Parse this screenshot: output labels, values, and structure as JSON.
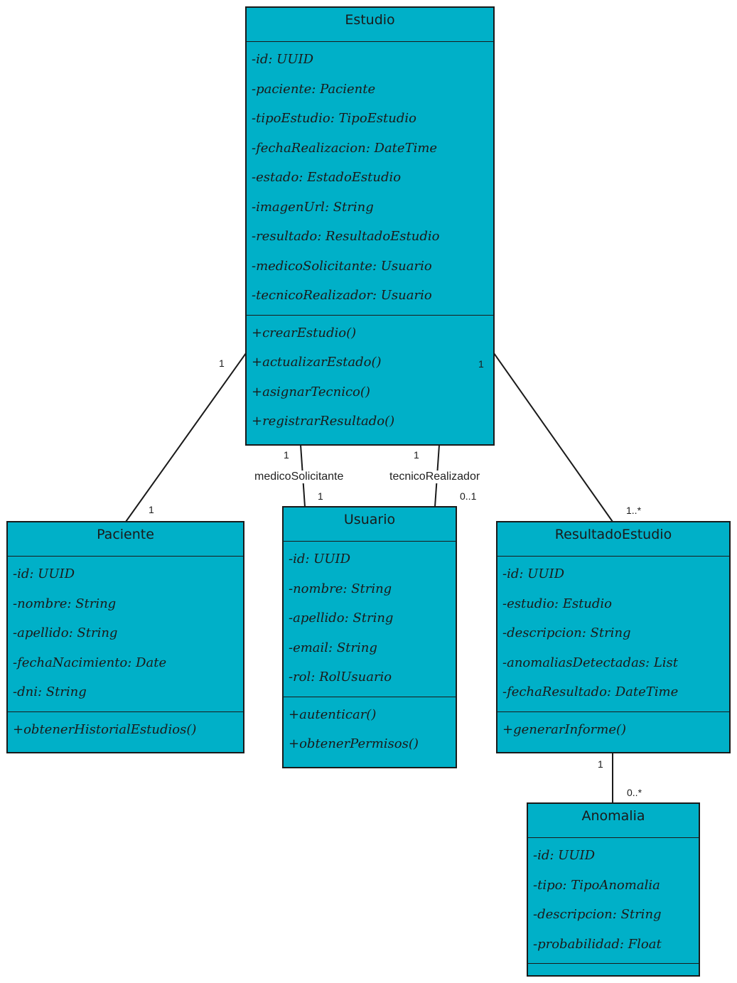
{
  "classes": {
    "estudio": {
      "name": "Estudio",
      "attributes": [
        "-id: UUID",
        "-paciente: Paciente",
        "-tipoEstudio: TipoEstudio",
        "-fechaRealizacion: DateTime",
        "-estado: EstadoEstudio",
        "-imagenUrl: String",
        "-resultado: ResultadoEstudio",
        "-medicoSolicitante: Usuario",
        "-tecnicoRealizador: Usuario"
      ],
      "methods": [
        "+crearEstudio()",
        "+actualizarEstado()",
        "+asignarTecnico()",
        "+registrarResultado()"
      ]
    },
    "paciente": {
      "name": "Paciente",
      "attributes": [
        "-id: UUID",
        "-nombre: String",
        "-apellido: String",
        "-fechaNacimiento: Date",
        "-dni: String"
      ],
      "methods": [
        "+obtenerHistorialEstudios()"
      ]
    },
    "usuario": {
      "name": "Usuario",
      "attributes": [
        "-id: UUID",
        "-nombre: String",
        "-apellido: String",
        "-email: String",
        "-rol: RolUsuario"
      ],
      "methods": [
        "+autenticar()",
        "+obtenerPermisos()"
      ]
    },
    "resultado": {
      "name": "ResultadoEstudio",
      "attributes": [
        "-id: UUID",
        "-estudio: Estudio",
        "-descripcion: String",
        "-anomaliasDetectadas: List",
        "-fechaResultado: DateTime"
      ],
      "methods": [
        "+generarInforme()"
      ]
    },
    "anomalia": {
      "name": "Anomalia",
      "attributes": [
        "-id: UUID",
        "-tipo: TipoAnomalia",
        "-descripcion: String",
        "-probabilidad: Float"
      ],
      "methods": []
    }
  },
  "associations": {
    "estudio_paciente": {
      "source_mult": "1",
      "target_mult": "1"
    },
    "estudio_medico": {
      "label": "medicoSolicitante",
      "source_mult": "1",
      "target_mult": "1"
    },
    "estudio_tecnico": {
      "label": "tecnicoRealizador",
      "source_mult": "1",
      "target_mult": "0..1"
    },
    "estudio_resultado": {
      "source_mult": "1",
      "target_mult": "1..*"
    },
    "resultado_anomalia": {
      "source_mult": "1",
      "target_mult": "0..*"
    }
  },
  "colors": {
    "class_fill": "#00b0c8",
    "line": "#1a1a1a"
  }
}
